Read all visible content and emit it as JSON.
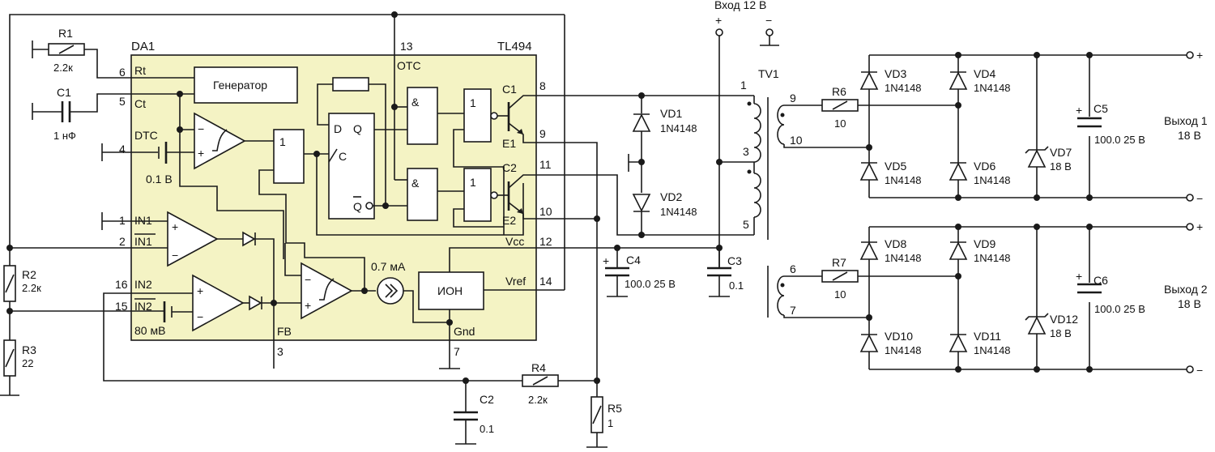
{
  "chip": {
    "name": "DA1",
    "part": "TL494"
  },
  "blocks": {
    "generator": "Генератор",
    "ref": "ИОН"
  },
  "pins": {
    "p1": "1",
    "p2": "2",
    "p3": "3",
    "p4": "4",
    "p5": "5",
    "p6": "6",
    "p7": "7",
    "p8": "8",
    "p9": "9",
    "p10": "10",
    "p11": "11",
    "p12": "12",
    "p13": "13",
    "p14": "14",
    "p15": "15",
    "p16": "16"
  },
  "pin_labels": {
    "rt": "Rt",
    "ct": "Ct",
    "dtc": "DTC",
    "in1": "IN1",
    "in1n": "IN1",
    "in2": "IN2",
    "in2n": "IN2",
    "otc": "OTC",
    "c1": "C1",
    "e1": "E1",
    "c2": "C2",
    "e2": "E2",
    "vcc": "Vcc",
    "vref": "Vref",
    "gnd": "Gnd",
    "fb": "FB"
  },
  "logic": {
    "and": "&",
    "one": "1",
    "d": "D",
    "q": "Q",
    "qn": "Q",
    "c": "C"
  },
  "signs": {
    "minus": "−",
    "plus": "+"
  },
  "internal": {
    "dtc_offset": "0.1 В",
    "in2_offset": "80 мВ",
    "current": "0.7 мА"
  },
  "components": {
    "r1": {
      "name": "R1",
      "value": "2.2к"
    },
    "c1": {
      "name": "C1",
      "value": "1 нФ"
    },
    "r2": {
      "name": "R2",
      "value": "2.2к"
    },
    "r3": {
      "name": "R3",
      "value": "22"
    },
    "r4": {
      "name": "R4",
      "value": "2.2к"
    },
    "r5": {
      "name": "R5",
      "value": "1"
    },
    "c2": {
      "name": "C2",
      "value": "0.1"
    },
    "c3": {
      "name": "C3",
      "value": "0.1"
    },
    "c4": {
      "name": "C4",
      "value": "100.0 25 В"
    },
    "vd1": {
      "name": "VD1",
      "value": "1N4148"
    },
    "vd2": {
      "name": "VD2",
      "value": "1N4148"
    },
    "tv1": {
      "name": "TV1"
    },
    "r6": {
      "name": "R6",
      "value": "10"
    },
    "r7": {
      "name": "R7",
      "value": "10"
    },
    "vd3": {
      "name": "VD3",
      "value": "1N4148"
    },
    "vd4": {
      "name": "VD4",
      "value": "1N4148"
    },
    "vd5": {
      "name": "VD5",
      "value": "1N4148"
    },
    "vd6": {
      "name": "VD6",
      "value": "1N4148"
    },
    "vd7": {
      "name": "VD7",
      "value": "18 В"
    },
    "c5": {
      "name": "C5",
      "value": "100.0 25 В"
    },
    "vd8": {
      "name": "VD8",
      "value": "1N4148"
    },
    "vd9": {
      "name": "VD9",
      "value": "1N4148"
    },
    "vd10": {
      "name": "VD10",
      "value": "1N4148"
    },
    "vd11": {
      "name": "VD11",
      "value": "1N4148"
    },
    "vd12": {
      "name": "VD12",
      "value": "18 В"
    },
    "c6": {
      "name": "C6",
      "value": "100.0 25 В"
    }
  },
  "transformer_pins": {
    "t1": "1",
    "t3": "3",
    "t5": "5",
    "t9": "9",
    "t10": "10",
    "t6": "6",
    "t7": "7"
  },
  "input": {
    "label": "Вход 12 В",
    "plus": "+",
    "minus": "−"
  },
  "outputs": {
    "out1": {
      "label": "Выход 1",
      "voltage": "18 В"
    },
    "out2": {
      "label": "Выход 2",
      "voltage": "18 В"
    },
    "plus": "+",
    "minus": "−"
  },
  "colors": {
    "chip_fill": "#f4f3c4",
    "wire": "#1a1a1a"
  }
}
